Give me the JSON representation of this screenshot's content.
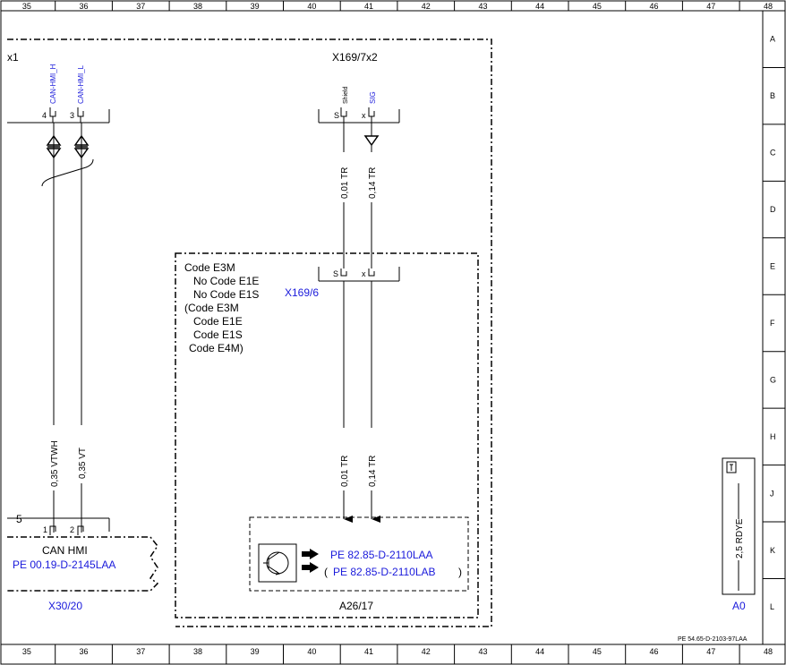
{
  "grid": {
    "columns": [
      "35",
      "36",
      "37",
      "38",
      "39",
      "40",
      "41",
      "42",
      "43",
      "44",
      "45",
      "46",
      "47",
      "48"
    ],
    "rows": [
      "A",
      "B",
      "C",
      "D",
      "E",
      "F",
      "G",
      "H",
      "J",
      "K",
      "L"
    ]
  },
  "connectors": {
    "x1": {
      "id": "x1",
      "pins": [
        {
          "num": "4",
          "signal": "CAN-HMI_H"
        },
        {
          "num": "3",
          "signal": "CAN-HMI_L"
        }
      ]
    },
    "x169_7x2": {
      "id": "X169/7x2",
      "pins": [
        {
          "num": "S",
          "signal": "Shield"
        },
        {
          "num": "x",
          "signal": "SIG"
        }
      ]
    },
    "x169_6": {
      "id": "X169/6",
      "pins": [
        "S",
        "x"
      ]
    },
    "x30_20": {
      "id": "X30/20",
      "group": "5",
      "pins": [
        "1",
        "2"
      ]
    }
  },
  "wires": {
    "w1": "0,35 VTWH",
    "w2": "0,35 VT",
    "w3_top": "0,01 TR",
    "w4_top": "0,14 TR",
    "w3_bot": "0,01 TR",
    "w4_bot": "0,14 TR"
  },
  "code_block": {
    "lines": [
      "Code E3M",
      "No  Code E1E",
      "No  Code E1S",
      "(Code E3M",
      "Code E1E",
      "Code E1S",
      "Code E4M)"
    ]
  },
  "can_hmi": {
    "title": "CAN HMI",
    "ref": "PE 00.19-D-2145LAA"
  },
  "a26_17": {
    "id": "A26/17",
    "ref1": "PE 82.85-D-2110LAA",
    "ref2_open": "(",
    "ref2": "PE 82.85-D-2110LAB",
    "ref2_close": ")"
  },
  "legend": {
    "wire": "2,5 RDYE",
    "code": "A0"
  },
  "doc_ref": "PE 54.65-D-2103-97LAA",
  "colors": {
    "line": "#000000",
    "ref_blue": "#1a1adb"
  }
}
